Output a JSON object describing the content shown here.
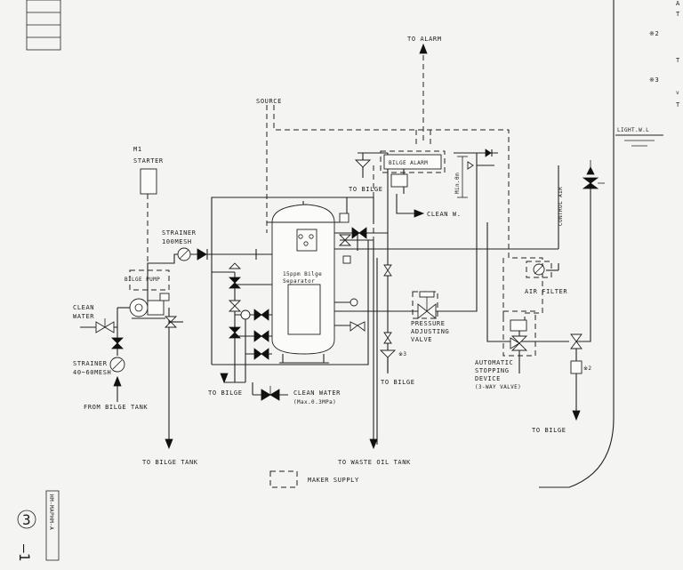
{
  "labels": {
    "to_alarm": "TO ALARM",
    "source": "SOURCE",
    "m1_starter_line1": "M1",
    "m1_starter_line2": "STARTER",
    "bilge_alarm": "BILGE ALARM",
    "to_bilge_top": "TO BILGE",
    "min_dim": "Min.0m",
    "clean_w": "CLEAN W.",
    "control_air": "CONTROL AIR",
    "light_wl": "LIGHT.W.L",
    "strainer_100_line1": "STRAINER",
    "strainer_100_line2": "100MESH",
    "bilge_pump": "BILGE PUMP",
    "separator_line1": "15ppm Bilge",
    "separator_line2": "Separator",
    "clean_water_left_line1": "CLEAN",
    "clean_water_left_line2": "WATER",
    "air_filter": "AIR FILTER",
    "pressure_line1": "PRESSURE",
    "pressure_line2": "ADJUSTING",
    "pressure_line3": "VALVE",
    "strainer_40_line1": "STRAINER",
    "strainer_40_line2": "40~60MESH",
    "m3": "※3",
    "auto_line1": "AUTOMATIC",
    "auto_line2": "STOPPING",
    "auto_line3": "DEVICE",
    "auto_line4": "(3-WAY VALVE)",
    "m2": "※2",
    "to_bilge_left": "TO BILGE",
    "clean_water_bottom_line1": "CLEAN WATER",
    "clean_water_bottom_line2": "(Max.0.3MPa)",
    "to_bilge_mid": "TO BILGE",
    "from_bilge_tank": "FROM BILGE TANK",
    "to_bilge_right": "TO BILGE",
    "to_bilge_tank": "TO BILGE TANK",
    "to_waste_oil_tank": "TO WASTE OIL TANK",
    "maker_supply": "MAKER SUPPLY",
    "note_mark2": "※2",
    "note_mark3": "※3",
    "note_frag_t1": "T",
    "note_frag_a": "A",
    "note_frag_t2": "T",
    "note_frag_t3": "T",
    "note_frag_v": "v",
    "side_code": "HM-MAPHM-A",
    "page_circle": "3",
    "page_suffix": "—1"
  }
}
